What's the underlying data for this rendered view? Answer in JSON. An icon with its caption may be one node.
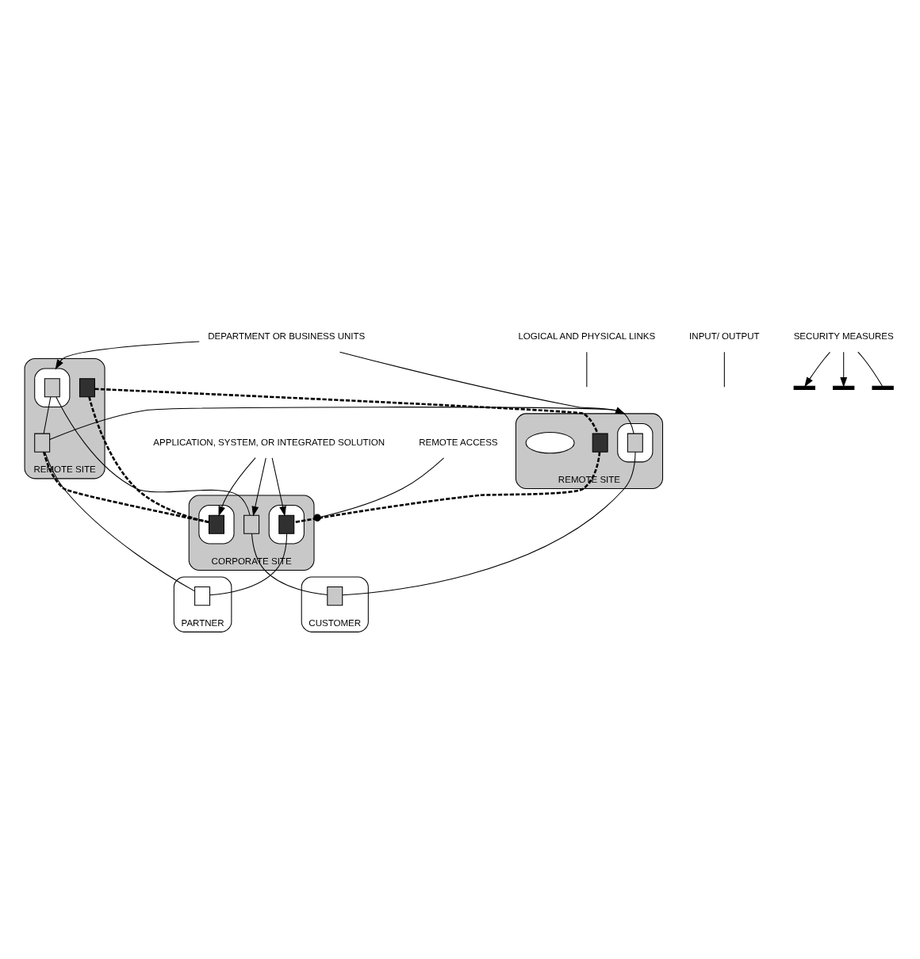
{
  "diagram": {
    "nodes": [
      {
        "text": [
          "REMOTE SITE"
        ]
      },
      {
        "text": [],
        "shape": "ellipse",
        "in": 0
      },
      {
        "text": [],
        "shape": "box",
        "in": 1
      },
      {
        "text": [],
        "shape": "box",
        "in": 0
      },
      {
        "text": [],
        "shape": "ellipse",
        "in": 0
      },
      {
        "text": [
          "REMOTE SITE"
        ]
      },
      {
        "text": [],
        "shape": "ellipse",
        "in": 5
      },
      {
        "text": [],
        "shape": "box",
        "in": 6
      },
      {
        "text": [],
        "shape": "box",
        "in": 5
      },
      {
        "text": [],
        "shape": "box",
        "in": 5
      },
      {
        "text": [
          "CUSTOMER"
        ]
      },
      {
        "text": [],
        "shape": "box",
        "in": 10
      },
      {
        "text": [
          "PARTNER"
        ]
      },
      {
        "text": [],
        "shape": "box",
        "in": 12
      },
      {
        "text": [
          "CORPORATE SITE"
        ]
      },
      {
        "text": [],
        "shape": "ellipse",
        "in": 14
      },
      {
        "text": [],
        "shape": "box",
        "in": 15
      },
      {
        "text": [],
        "shape": "ellipse",
        "in": 14
      },
      {
        "text": [],
        "shape": "box",
        "in": 17
      },
      {
        "text": [],
        "shape": "box",
        "in": 14
      },
      {
        "text": [
          "REMOTE ACCESS"
        ]
      },
      {
        "text": [
          "DEPARTMENT OR BUSINESS UNITS"
        ]
      },
      {
        "text": [
          "LOGICAL AND PHYSICAL LINKS"
        ]
      },
      {
        "text": [
          "INPUT/ OUTPUT"
        ]
      },
      {
        "text": [
          "SECURITY MEASURES"
        ]
      },
      {
        "text": [
          "APPLICATION, SYSTEM, OR INTEGRATED SOLUTION"
        ]
      },
      {
        "text": [],
        "shape": "bar"
      },
      {
        "text": [],
        "shape": "bar"
      },
      {
        "text": [],
        "shape": "bar"
      }
    ],
    "edges": [
      {
        "from": 8,
        "to": 3,
        "arrow": "none",
        "style": "dashed"
      },
      {
        "from": 3,
        "to": 16,
        "arrow": "none",
        "style": "dashed"
      },
      {
        "from": 8,
        "to": 18,
        "arrow": "none",
        "style": "dashed"
      },
      {
        "from": 9,
        "to": 18,
        "arrow": "none",
        "style": "dashed"
      },
      {
        "from": 2,
        "to": 9,
        "arrow": "none"
      },
      {
        "from": 2,
        "to": 11,
        "arrow": "none"
      },
      {
        "from": 7,
        "to": 9,
        "arrow": "none"
      },
      {
        "from": 7,
        "to": 19,
        "arrow": "none"
      },
      {
        "from": 9,
        "to": 13,
        "arrow": "none"
      },
      {
        "from": 19,
        "to": 11,
        "arrow": "none"
      },
      {
        "from": 16,
        "to": 13,
        "arrow": "none"
      },
      {
        "from": 21,
        "to": 0,
        "arrow": "to"
      },
      {
        "from": 21,
        "to": 6,
        "arrow": "to"
      },
      {
        "from": 22,
        "to": null,
        "arrow": "none"
      },
      {
        "from": 23,
        "to": null,
        "arrow": "none"
      },
      {
        "from": 24,
        "to": 26,
        "arrow": "to"
      },
      {
        "from": 24,
        "to": 27,
        "arrow": "to"
      },
      {
        "from": 24,
        "to": 28,
        "arrow": "none"
      },
      {
        "from": 25,
        "to": 19,
        "arrow": "to"
      },
      {
        "from": 25,
        "to": 16,
        "arrow": "to"
      },
      {
        "from": 25,
        "to": 18,
        "arrow": "to"
      },
      {
        "from": 20,
        "to": 14,
        "arrow": "other"
      }
    ]
  }
}
